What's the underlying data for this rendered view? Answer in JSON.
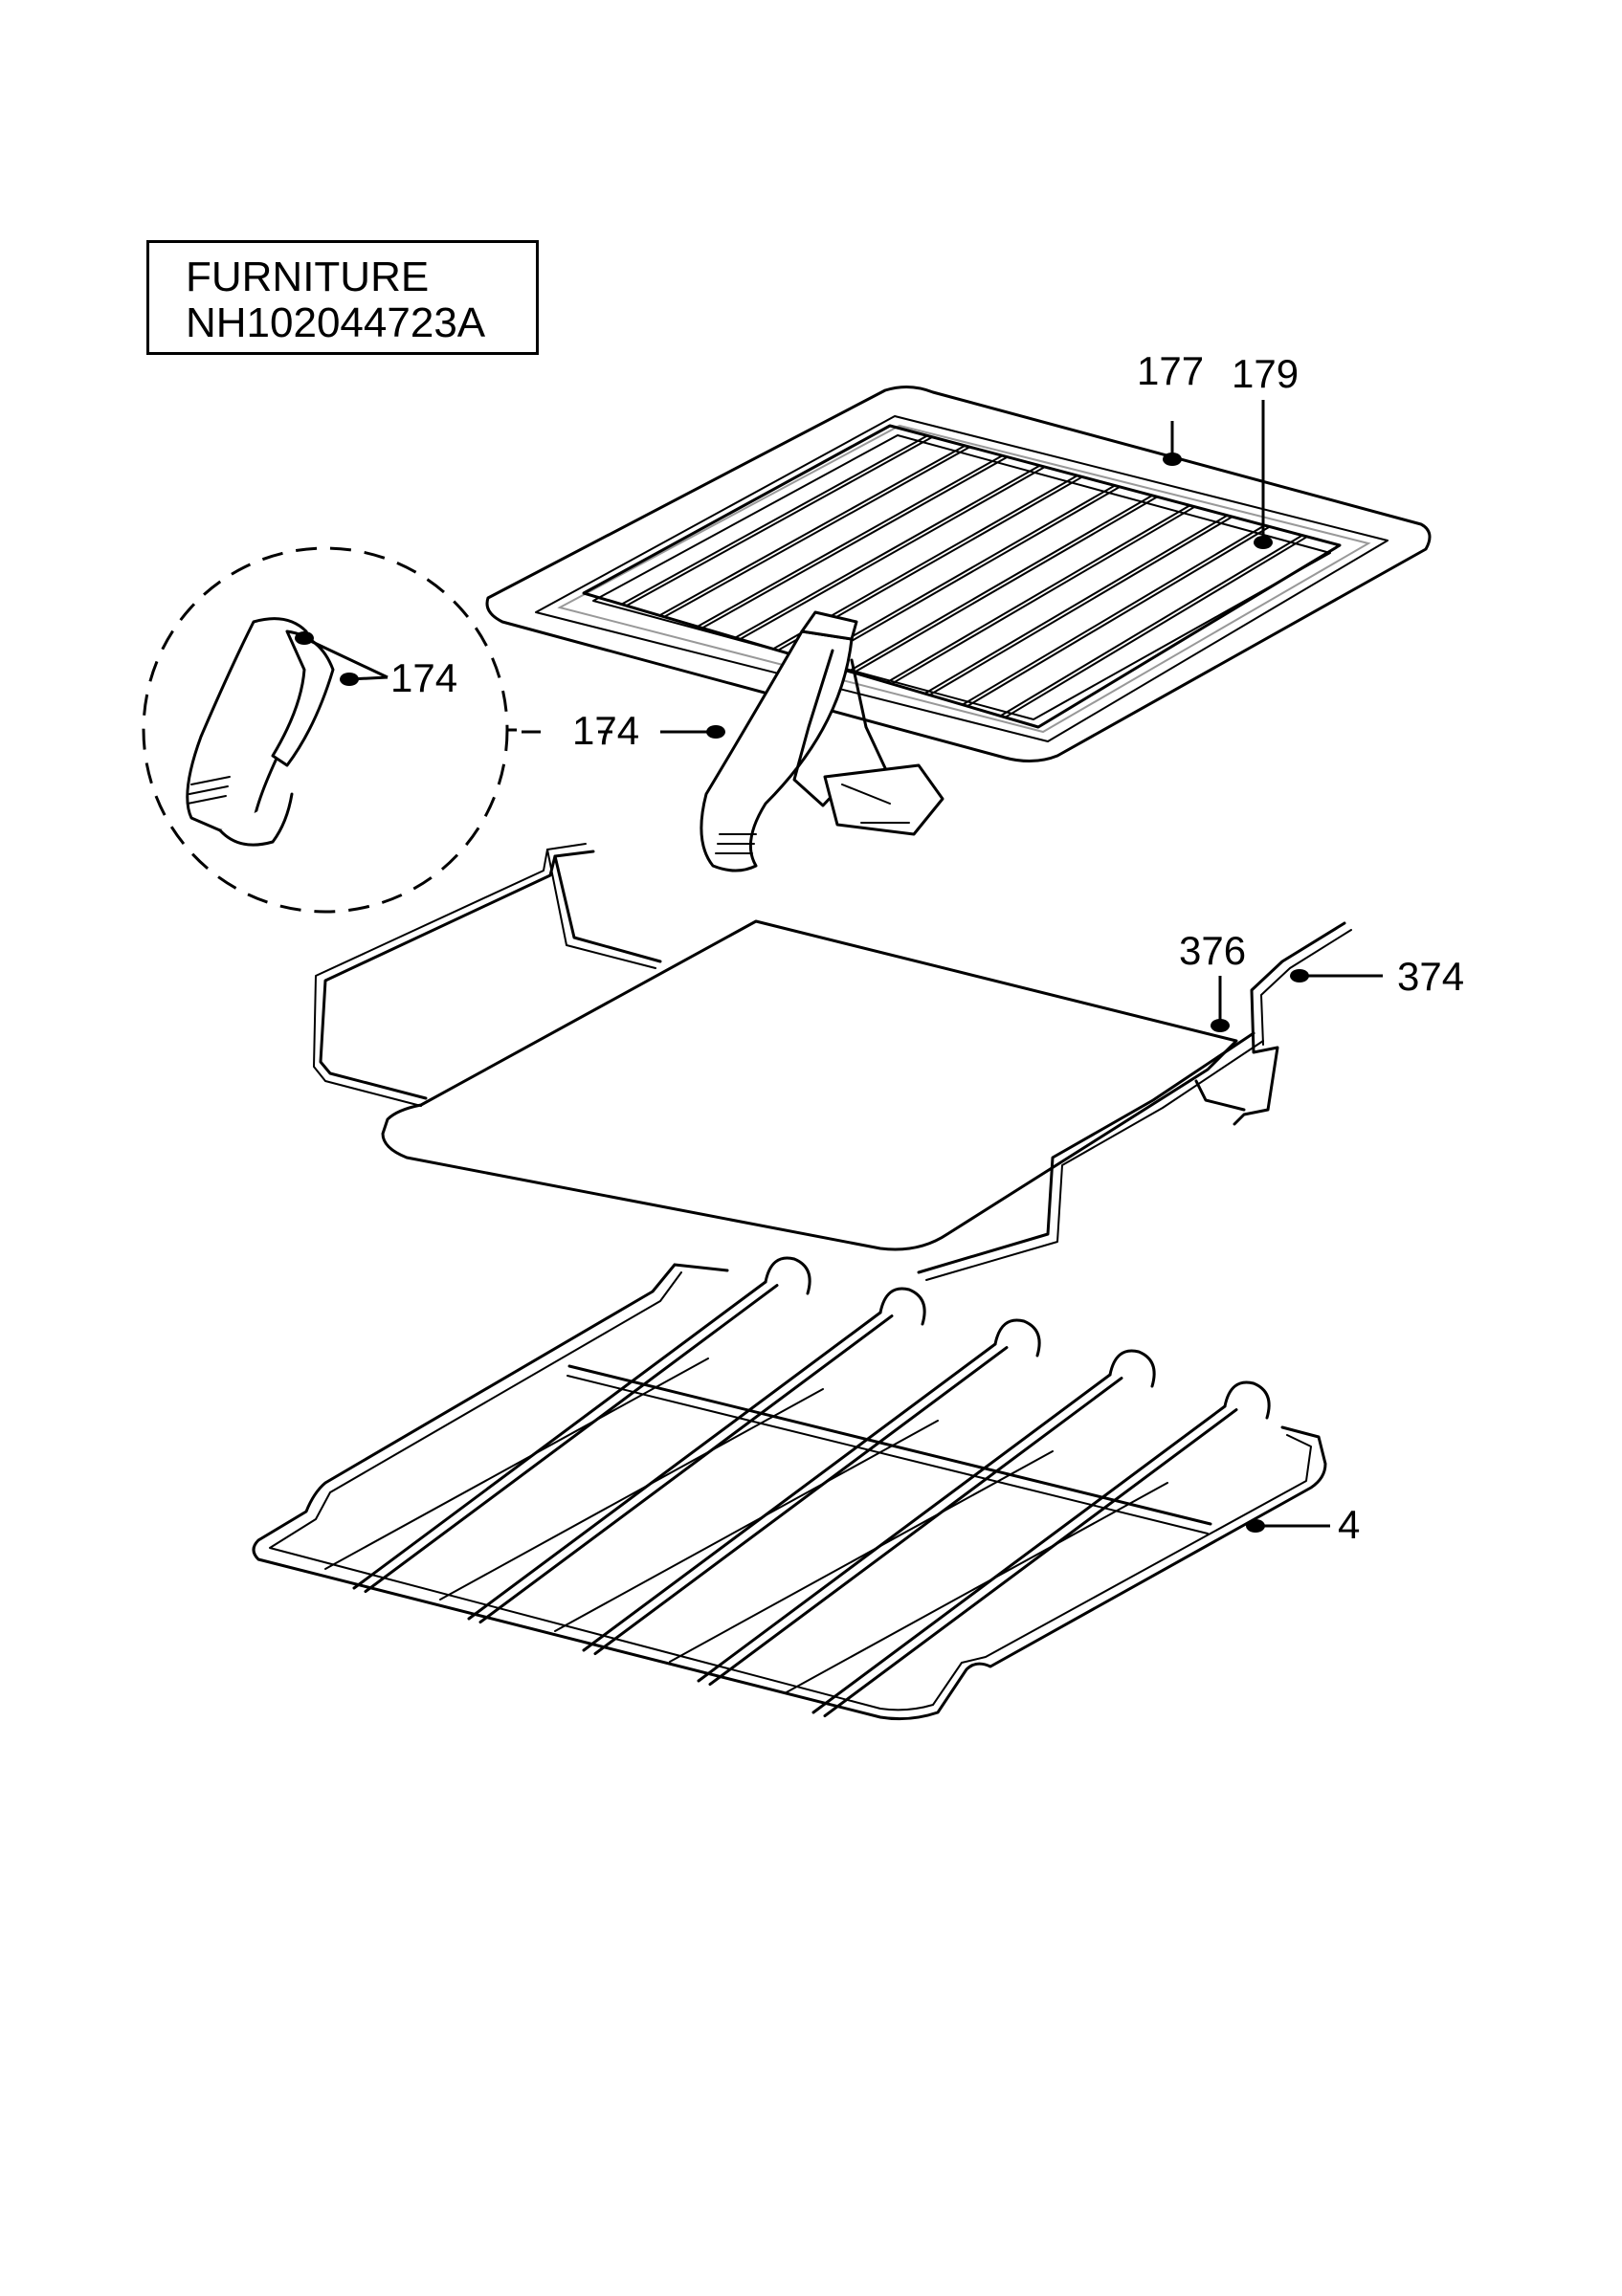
{
  "title": {
    "line1": "FURNITURE",
    "line2": "NH102044723A"
  },
  "callouts": [
    {
      "id": "177",
      "text": "177"
    },
    {
      "id": "179",
      "text": "179"
    },
    {
      "id": "174-detail",
      "text": "174"
    },
    {
      "id": "174-main",
      "text": "174"
    },
    {
      "id": "376",
      "text": "376"
    },
    {
      "id": "374",
      "text": "374"
    },
    {
      "id": "4",
      "text": "4"
    }
  ]
}
